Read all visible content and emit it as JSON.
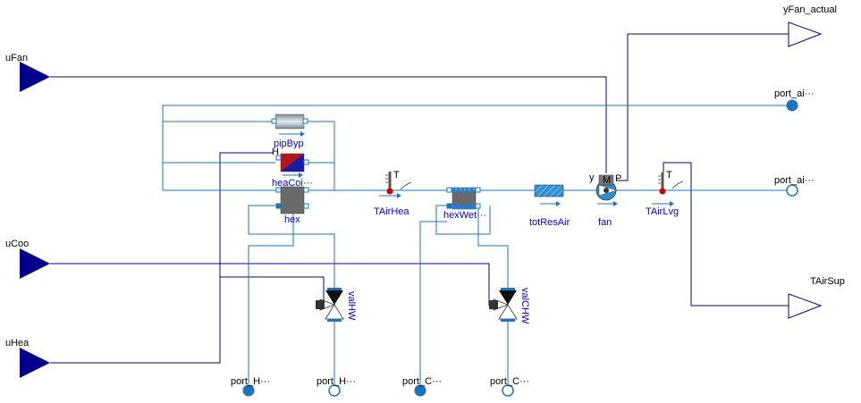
{
  "colors": {
    "signal": "#00008b",
    "fluid": "#1e73be",
    "port_fill": "#1e73be",
    "label_blue": "#0000cc",
    "label_black": "#000000"
  },
  "inputs": {
    "uFan": "uFan",
    "uCoo": "uCoo",
    "uHea": "uHea"
  },
  "outputs": {
    "yFan_actual": "yFan_actual",
    "TAirSup": "TAirSup"
  },
  "ports": {
    "air_a": "port_ai···",
    "air_b": "port_ai···",
    "hw_a": "port_H···",
    "hw_b": "port_H···",
    "chw_a": "port_C···",
    "chw_b": "port_C···"
  },
  "components": {
    "pipByp": "pipByp",
    "heaCoi": "heaCoi···",
    "hex": "hex",
    "TAirHea": "TAirHea",
    "hexWet": "hexWet···",
    "totResAir": "totResAir",
    "fan": "fan",
    "TAirLvg": "TAirLvg",
    "valHW": "valHW",
    "valCHW": "valCHW"
  },
  "glyphs": {
    "T": "T",
    "y": "y",
    "M": "M",
    "P": "P",
    "H": "H"
  }
}
